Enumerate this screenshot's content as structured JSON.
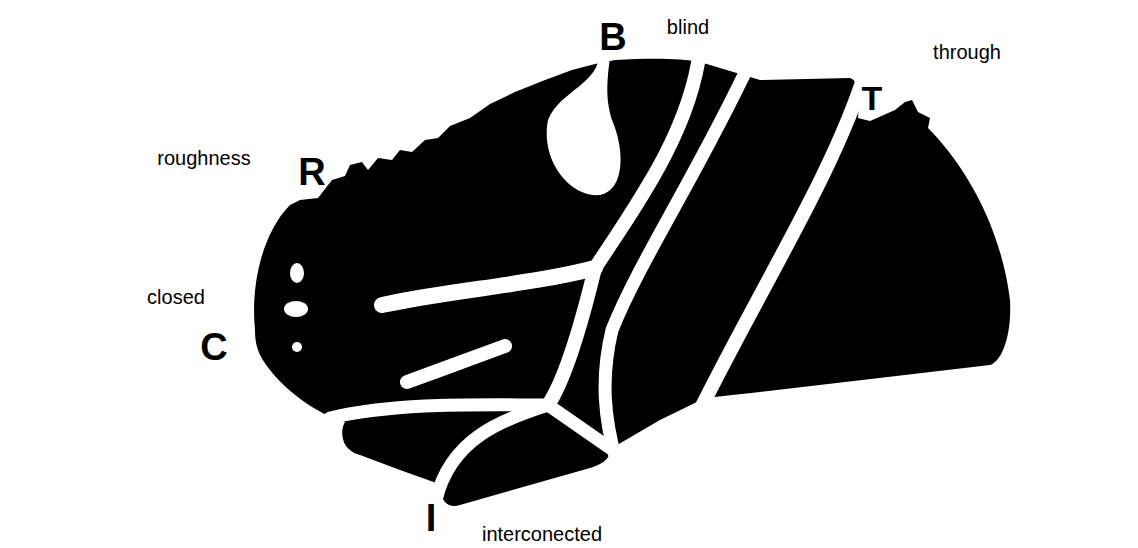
{
  "diagram": {
    "labels": [
      "B",
      "blind",
      "through",
      "T",
      "roughness",
      "R",
      "closed",
      "C",
      "I",
      "interconected"
    ]
  }
}
